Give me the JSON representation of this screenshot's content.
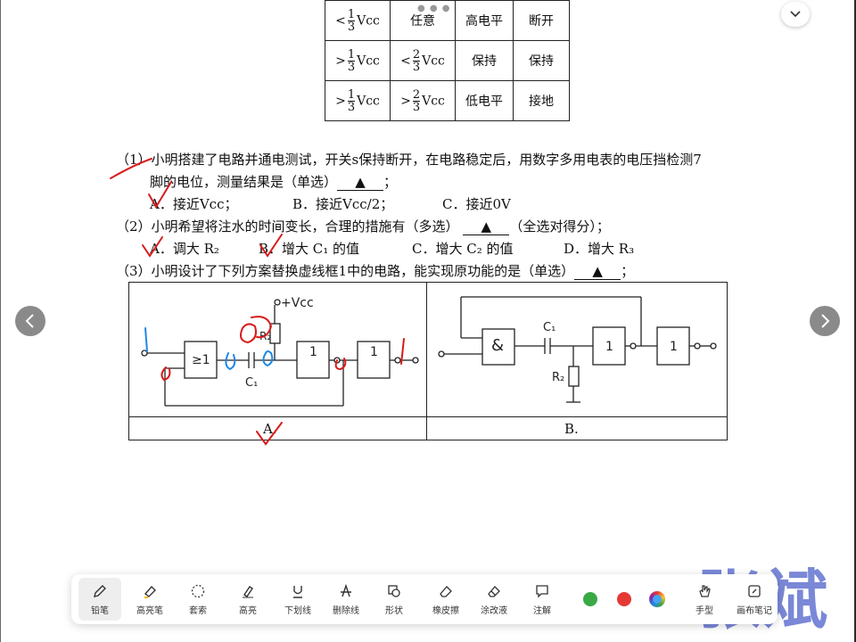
{
  "table": {
    "rows": [
      {
        "c1_op": "<",
        "c1_num": "1",
        "c1_den": "3",
        "c1_unit": "Vcc",
        "c2": "任意",
        "c3": "高电平",
        "c4": "断开"
      },
      {
        "c1_op": ">",
        "c1_num": "1",
        "c1_den": "3",
        "c1_unit": "Vcc",
        "c2_op": "<",
        "c2_num": "2",
        "c2_den": "3",
        "c2_unit": "Vcc",
        "c3": "保持",
        "c4": "保持"
      },
      {
        "c1_op": ">",
        "c1_num": "1",
        "c1_den": "3",
        "c1_unit": "Vcc",
        "c2_op": ">",
        "c2_num": "2",
        "c2_den": "3",
        "c2_unit": "Vcc",
        "c3": "低电平",
        "c4": "接地"
      }
    ]
  },
  "questions": {
    "q1_line1": "（1）小明搭建了电路并通电测试，开关s保持断开，在电路稳定后，用数字多用电表的电压挡检测7",
    "q1_line2": "脚的电位，测量结果是（单选）",
    "q1_blank": "▲",
    "q1_a": "A．接近Vcc；",
    "q1_b": "B．接近Vcc/2；",
    "q1_c": "C．接近0V",
    "q2_line": "（2）小明希望将注水的时间变长，合理的措施有（多选）",
    "q2_blank": "▲",
    "q2_tail": "（全选对得分）；",
    "q2_a": "A．调大 R₂",
    "q2_b": "B．增大 C₁ 的值",
    "q2_c": "C．增大 C₂ 的值",
    "q2_d": "D．增大 R₃",
    "q3_line": "（3）小明设计了下列方案替换虚线框1中的电路，能实现原功能的是（单选）",
    "q3_blank": "▲"
  },
  "circuit_a": {
    "label": "A.",
    "vcc": "+Vcc",
    "or_gate": "≥1",
    "c1": "C₁",
    "r2": "R₂",
    "not1": "1",
    "not2": "1"
  },
  "circuit_b": {
    "label": "B.",
    "and_gate": "&",
    "c1": "C₁",
    "r2": "R₂",
    "not1": "1",
    "not2": "1"
  },
  "toolbar": {
    "tools": [
      "铅笔",
      "高亮笔",
      "套索",
      "高亮",
      "下划线",
      "删除线",
      "形状",
      "橡皮擦",
      "涂改液",
      "注解"
    ],
    "right_tools": [
      "手型",
      "画布笔记"
    ],
    "colors": [
      "#3aa845",
      "#e53935",
      "#42a5f5"
    ],
    "active_tool": "铅笔"
  },
  "watermark": "张斌",
  "annotation_color": "#d81b1b",
  "annotation_blue": "#1e88e5"
}
